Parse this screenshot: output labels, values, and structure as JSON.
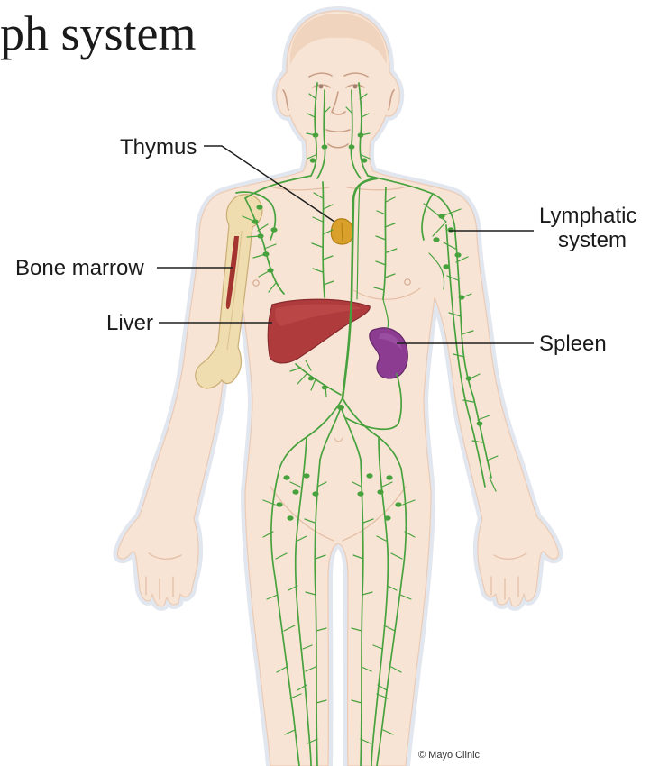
{
  "title": "ph system",
  "labels": {
    "thymus": "Thymus",
    "lymphatic_system": [
      "Lymphatic",
      "system"
    ],
    "bone_marrow": "Bone marrow",
    "liver": "Liver",
    "spleen": "Spleen"
  },
  "credit": "© Mayo Clinic",
  "colors": {
    "skin": "#f8e4d4",
    "lymph": "#47a23e",
    "liver": "#b03b3d",
    "spleen": "#8c3d91",
    "thymus": "#d9a12b",
    "bone": "#efddb0",
    "marrow": "#a3342f"
  }
}
